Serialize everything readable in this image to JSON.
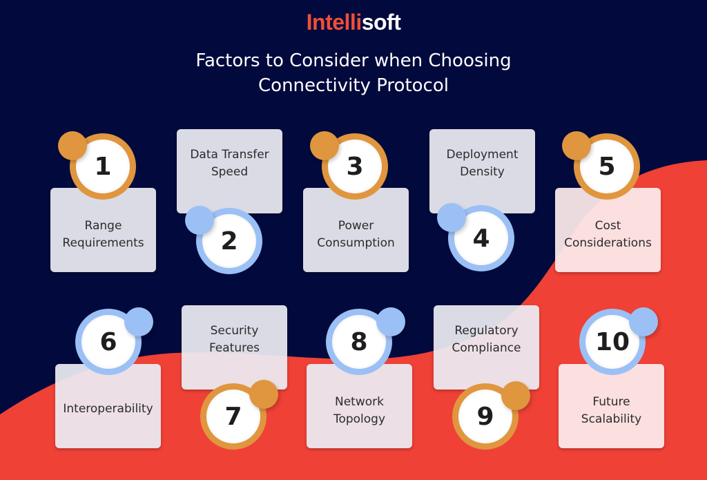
{
  "logo": {
    "part1": "Intelli",
    "part2": "soft",
    "part1_color": "#F04E37",
    "part2_color": "#FFFFFF"
  },
  "title": {
    "line1": "Factors to Consider when Choosing",
    "line2": "Connectivity Protocol"
  },
  "colors": {
    "background": "#020A3D",
    "wave": "#EF4136",
    "orange": "#E0963E",
    "blue": "#9BC0F5",
    "card": "#ECECF2"
  },
  "factors": [
    {
      "number": "1",
      "line1": "Range",
      "line2": "Requirements",
      "accent": "orange"
    },
    {
      "number": "2",
      "line1": "Data Transfer",
      "line2": "Speed",
      "accent": "blue"
    },
    {
      "number": "3",
      "line1": "Power",
      "line2": "Consumption",
      "accent": "orange"
    },
    {
      "number": "4",
      "line1": "Deployment",
      "line2": "Density",
      "accent": "blue"
    },
    {
      "number": "5",
      "line1": "Cost",
      "line2": "Considerations",
      "accent": "orange"
    },
    {
      "number": "6",
      "line1": "Interoperability",
      "line2": "",
      "accent": "blue"
    },
    {
      "number": "7",
      "line1": "Security",
      "line2": "Features",
      "accent": "orange"
    },
    {
      "number": "8",
      "line1": "Network",
      "line2": "Topology",
      "accent": "blue"
    },
    {
      "number": "9",
      "line1": "Regulatory",
      "line2": "Compliance",
      "accent": "orange"
    },
    {
      "number": "10",
      "line1": "Future",
      "line2": "Scalability",
      "accent": "blue"
    }
  ]
}
